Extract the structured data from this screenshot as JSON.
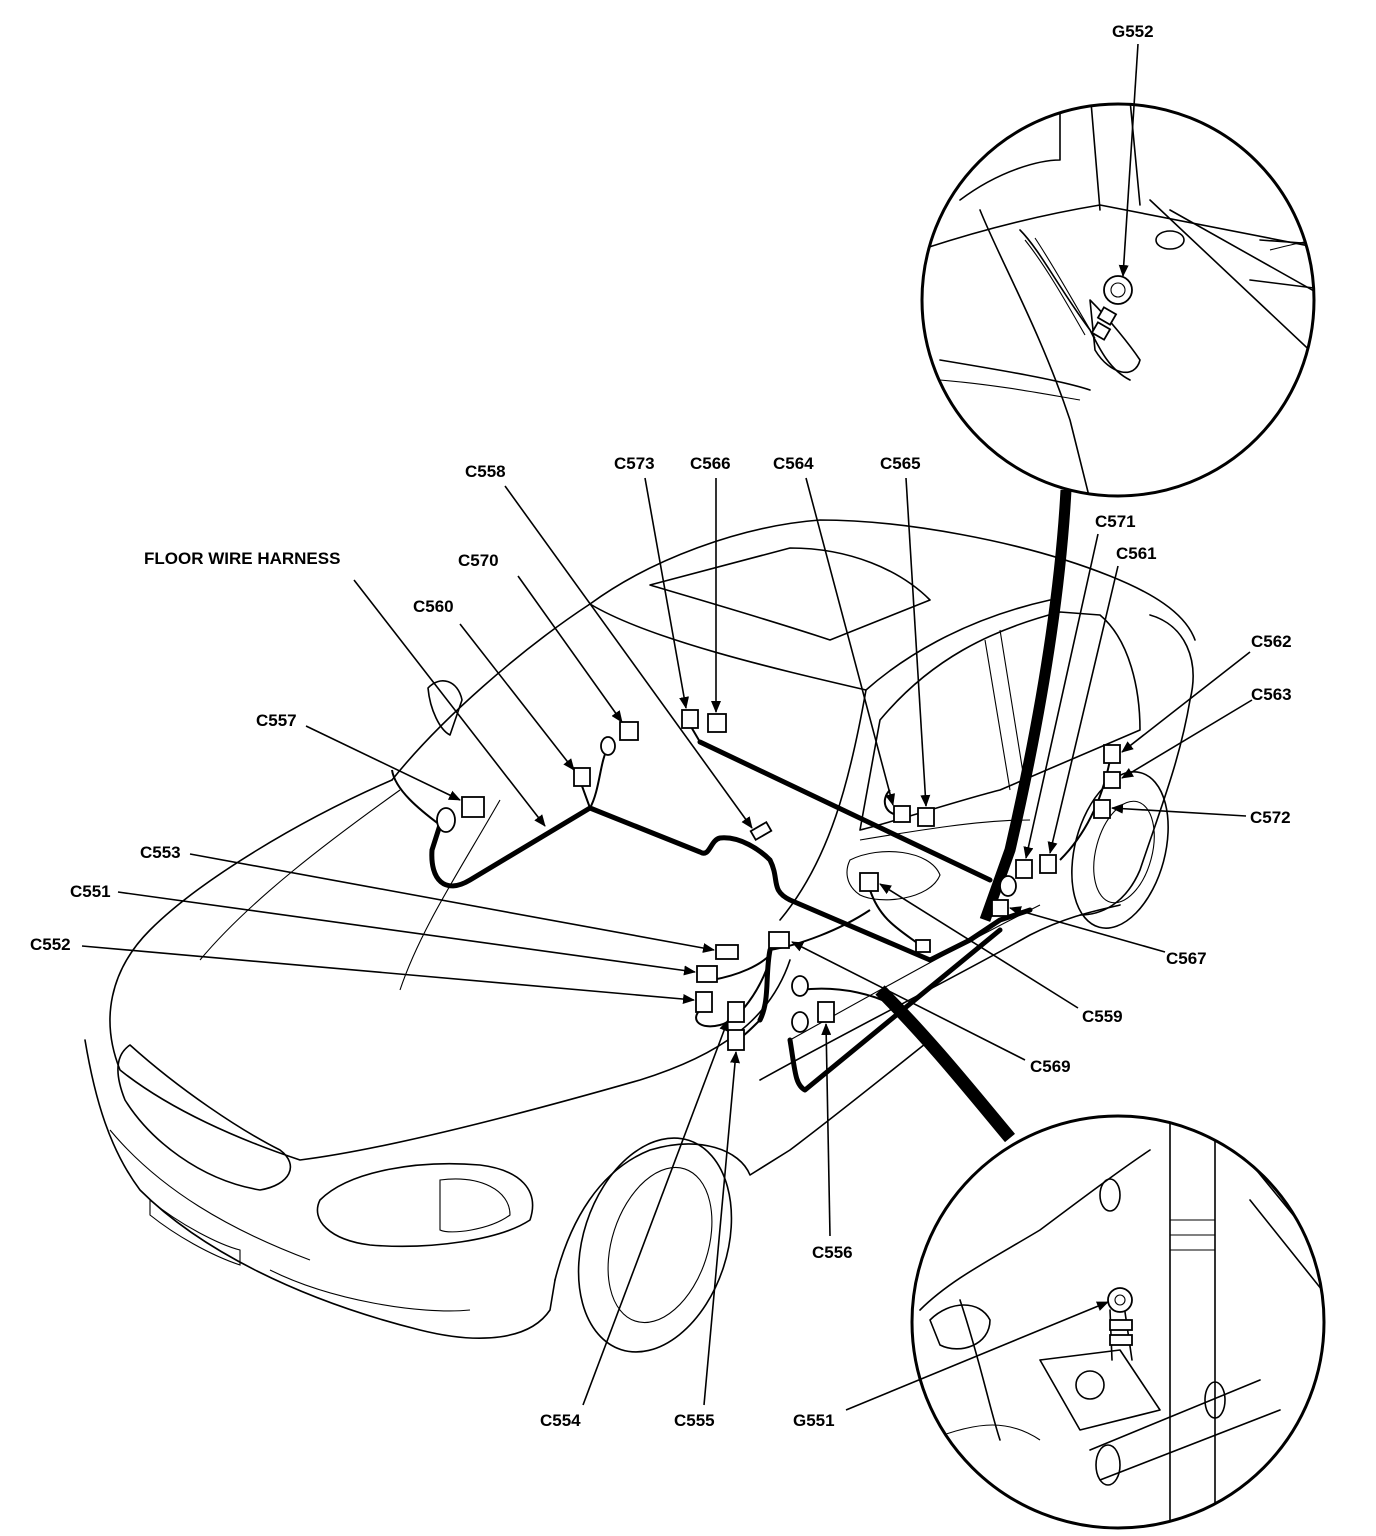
{
  "title": "FLOOR WIRE HARNESS",
  "labels": {
    "g552": "G552",
    "g551": "G551",
    "c551": "C551",
    "c552": "C552",
    "c553": "C553",
    "c554": "C554",
    "c555": "C555",
    "c556": "C556",
    "c557": "C557",
    "c558": "C558",
    "c559": "C559",
    "c560": "C560",
    "c561": "C561",
    "c562": "C562",
    "c563": "C563",
    "c564": "C564",
    "c565": "C565",
    "c566": "C566",
    "c567": "C567",
    "c569": "C569",
    "c570": "C570",
    "c571": "C571",
    "c572": "C572",
    "c573": "C573"
  }
}
